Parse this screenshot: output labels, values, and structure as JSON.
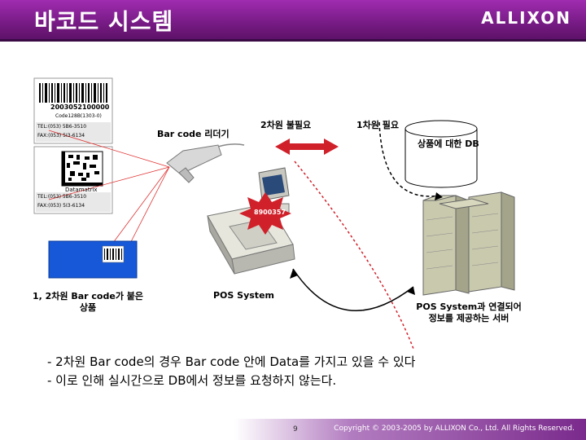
{
  "header": {
    "title": "바코드 시스템",
    "logo": "ALLIXON",
    "background_color": "#7a1c88"
  },
  "labels": {
    "label_1d": {
      "code_text": "2003052100000",
      "sub_text": "Code128B(1303-0)",
      "tel": "TEL:(053) 5B6-3510",
      "fax": "FAX:(053) 5I3-6134"
    },
    "label_2d": {
      "caption": "Datamatrix",
      "tel": "TEL:(053) 5B6-3510",
      "fax": "FAX:(053) 5I3-6134"
    }
  },
  "diagram": {
    "reader_label": "Bar code 리더기",
    "no_need_2d": "2차원 불필요",
    "need_1d": "1차원 필요",
    "db_label": "상품에 대한 DB",
    "scan_value": "8900357",
    "product_label": "1, 2차원 Bar code가 붙은 상품",
    "pos_label": "POS System",
    "server_label": "POS System과 연결되어 정보를 제공하는 서버",
    "arrow_color": "#d0202a",
    "burst_color": "#d0202a"
  },
  "notes": [
    "- 2차원 Bar code의 경우 Bar code 안에 Data를 가지고 있을 수 있다",
    "- 이로 인해 실시간으로 DB에서 정보를 요청하지 않는다."
  ],
  "footer": {
    "page": "9",
    "copyright": "Copyright © 2003-2005 by ALLIXON Co., Ltd. All Rights Reserved."
  }
}
